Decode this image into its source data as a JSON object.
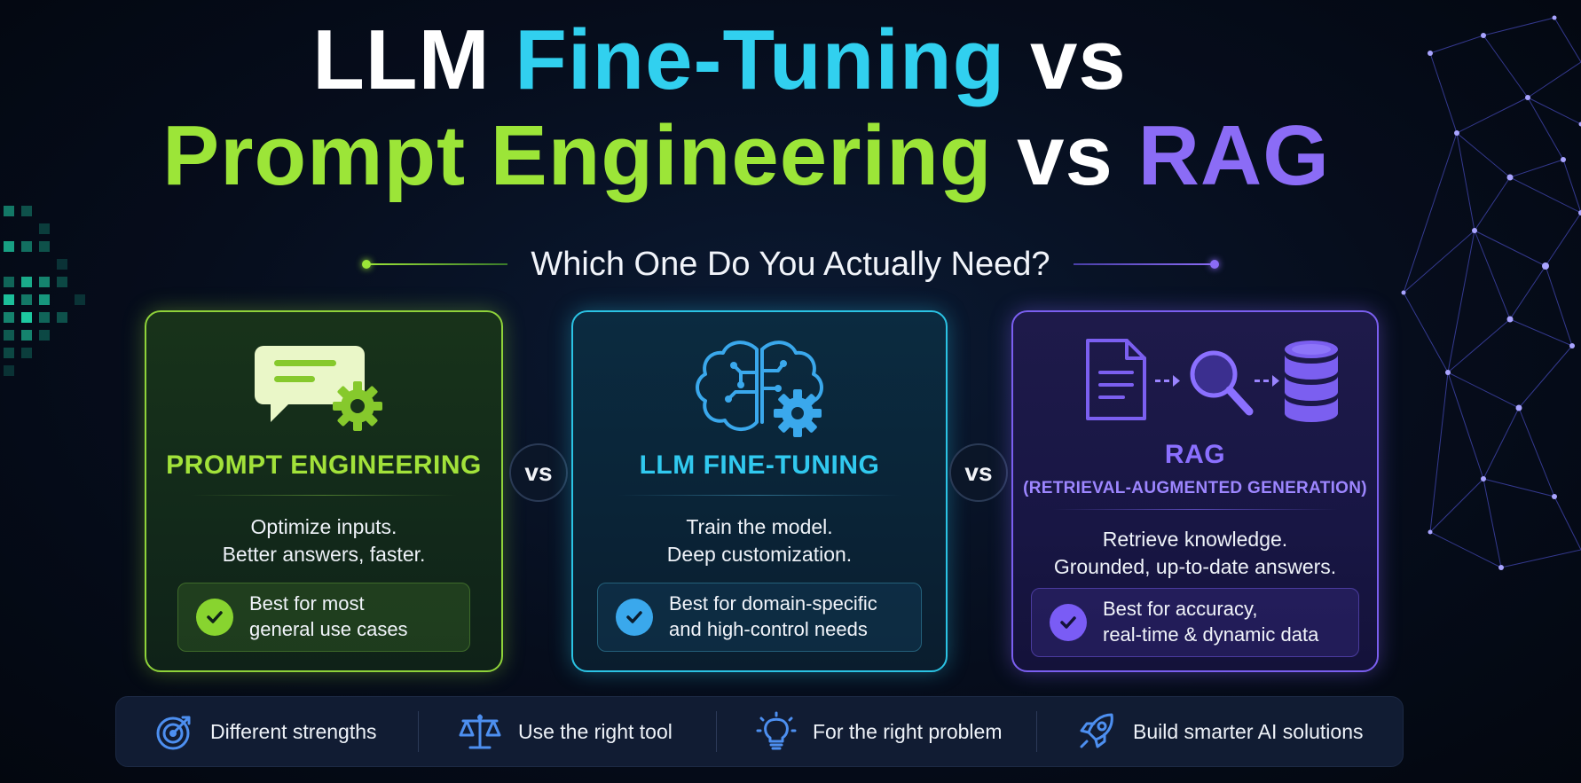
{
  "title": {
    "line1_part1": "LLM",
    "line1_part2": "Fine-Tuning",
    "line1_part3": "vs",
    "line2_part1": "Prompt Engineering",
    "line2_part2": "vs",
    "line2_part3": "RAG"
  },
  "subtitle": "Which One Do You Actually Need?",
  "cards": [
    {
      "heading": "PROMPT ENGINEERING",
      "desc_line1": "Optimize inputs.",
      "desc_line2": "Better answers, faster.",
      "best_line1": "Best for most",
      "best_line2": "general use cases",
      "icon": "chat-gear-icon",
      "color": "#9ce538"
    },
    {
      "heading": "LLM FINE-TUNING",
      "desc_line1": "Train the model.",
      "desc_line2": "Deep customization.",
      "best_line1": "Best for domain-specific",
      "best_line2": "and high-control needs",
      "icon": "brain-gear-icon",
      "color": "#31c9ef"
    },
    {
      "heading": "RAG",
      "subheading": "(RETRIEVAL-AUGMENTED GENERATION)",
      "desc_line1": "Retrieve knowledge.",
      "desc_line2": "Grounded, up-to-date answers.",
      "best_line1": "Best for accuracy,",
      "best_line2": "real-time & dynamic data",
      "icon": "document-search-database-icon",
      "color": "#8b6cf6"
    }
  ],
  "vs_label": "vs",
  "bottom_bar": [
    {
      "label": "Different strengths",
      "icon": "target-icon"
    },
    {
      "label": "Use the right tool",
      "icon": "scales-icon"
    },
    {
      "label": "For the right problem",
      "icon": "lightbulb-icon"
    },
    {
      "label": "Build smarter AI solutions",
      "icon": "rocket-icon"
    }
  ]
}
